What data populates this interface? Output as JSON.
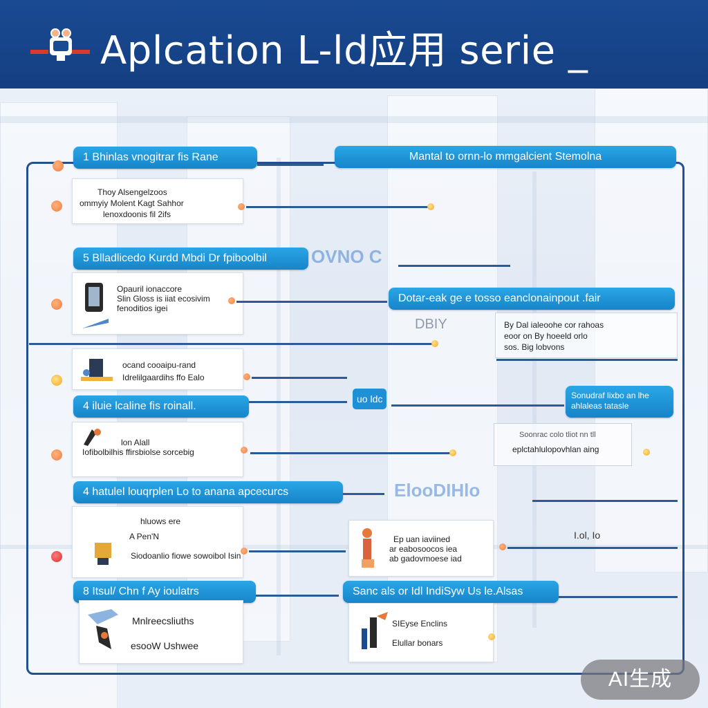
{
  "header": {
    "title": "Aplcation  L-ld应用 serie  _"
  },
  "colors": {
    "header": "#1a4a92",
    "pill": "#1f8fd6",
    "line": "#2b5a99",
    "dot_orange": "#ee7d43",
    "dot_yellow": "#f5a623",
    "dot_red": "#d92f2f"
  },
  "sections": {
    "s1_label": "1 Bhinlas vnogitrar fis Rane",
    "s1_right_label": "Mantal to ornn-lo mmgalcient Stemolna",
    "s1_card_lines": [
      "Thoy Alsengelzoos",
      "ommyiy Molent Kagt Sahhor",
      "lenoxdoonis fil 2ifs"
    ],
    "s2_label": "5 Blladlicedo Kurdd Mbdi Dr fpiboolbil",
    "s2_ghost": "OVNO C",
    "s2_card1_lines": [
      "Opauril ionaccore",
      "Slin Gloss is iiat ecosivim",
      "fenoditios igei"
    ],
    "s2_right_label": "Dotar-eak ge e tosso eanclonainpout .fair",
    "s2_right_text_lines": [
      "By Dal ialeoohe cor rahoas",
      "eoor on By hoeeld orlo",
      "sos. Big lobvons"
    ],
    "s2_ghost2": "DBIY",
    "s2_card2_lines": [
      "ocand cooaipu-rand",
      "Idrelilgaardihs ffo Ealo"
    ],
    "s3_label": "4 iluie lcaline fis roinall.",
    "s3_tag": "uo ldc",
    "s3_right_box_lines": [
      "Sonudraf lixbo an lhe",
      "ahlaleas tatasle"
    ],
    "s3_card_lines": [
      "lon Alall",
      "Iofibolbilhis ffirsbiolse sorcebig"
    ],
    "s3_right_caption_top": "Soonrac colo tliot nn tll",
    "s3_right_caption": "eplctahlulopovhlan aing",
    "s4_label": "4 hatulel louqrplen Lo to anana apcecurcs",
    "s4_ghost": "ElooDIHlo",
    "s4_card_lines": [
      "hluows ere",
      "A Pen'N",
      "Siodoanlio fiowe sowoibol Isin"
    ],
    "s4_mid_card_lines": [
      "Ep uan iaviined",
      "ar eabosoocos iea",
      "ab gadovmoese iad"
    ],
    "s4_right_glyphs": "I.ol, Io",
    "s5_label": "8 Itsul/ Chn f Ay ioulatrs",
    "s5_right_label": "Sanc als or Idl IndiSyw Us le.Alsas",
    "s5_card_lines": [
      "Mnlreecsliuths",
      "esooW Ushwee"
    ],
    "s5_mid_card_lines": [
      "SIEyse Enclins",
      "Elullar bonars"
    ]
  },
  "watermark": "AI生成"
}
